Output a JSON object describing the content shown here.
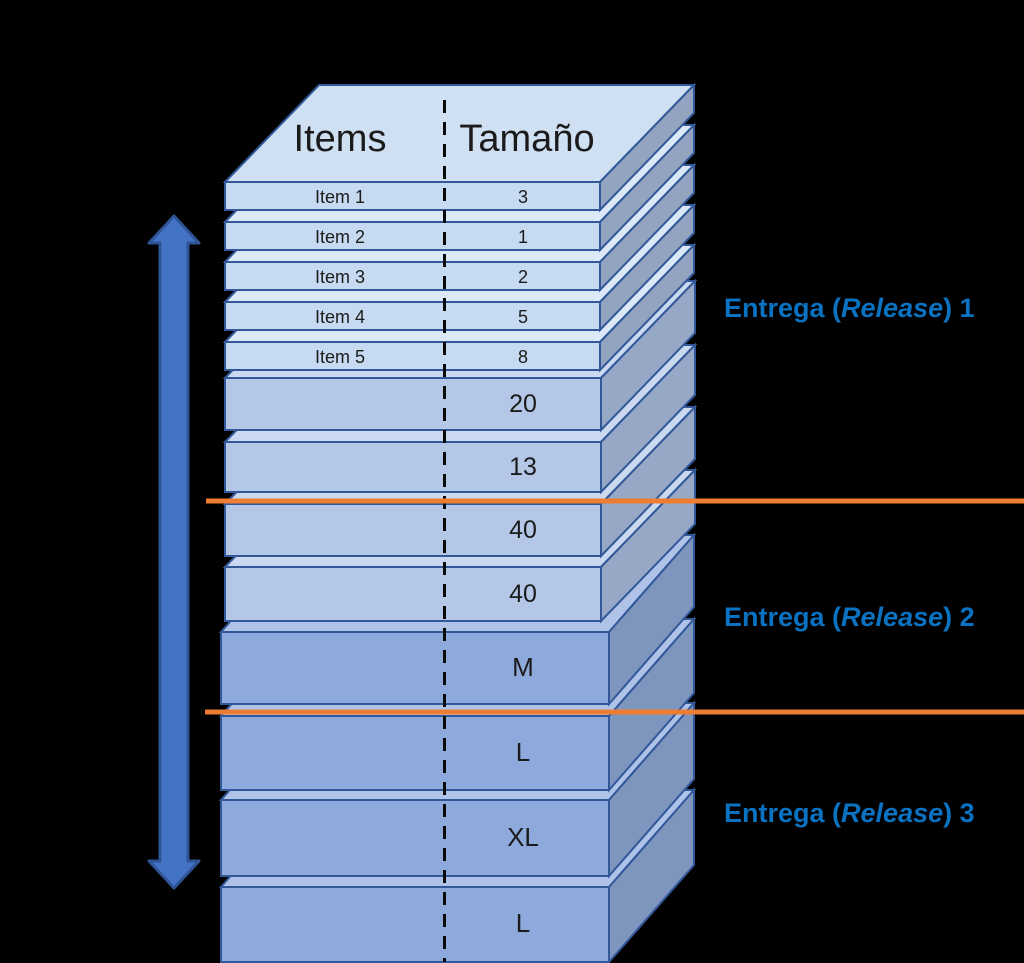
{
  "diagram": {
    "header": {
      "items_label": "Items",
      "size_label": "Tamaño"
    },
    "layers": [
      {
        "item": "Item 1",
        "size": "3"
      },
      {
        "item": "Item 2",
        "size": "1"
      },
      {
        "item": "Item 3",
        "size": "2"
      },
      {
        "item": "Item 4",
        "size": "5"
      },
      {
        "item": "Item 5",
        "size": "8"
      },
      {
        "size": "20"
      },
      {
        "size": "13"
      },
      {
        "size": "40"
      },
      {
        "size": "40"
      },
      {
        "size": "M"
      },
      {
        "size": "L"
      },
      {
        "size": "XL"
      },
      {
        "size": "L"
      }
    ],
    "releases": [
      {
        "prefix": "Entrega (",
        "emphasis": "Release",
        "suffix": ") 1"
      },
      {
        "prefix": "Entrega (",
        "emphasis": "Release",
        "suffix": ") 2"
      },
      {
        "prefix": "Entrega (",
        "emphasis": "Release",
        "suffix": ") 3"
      }
    ],
    "colors": {
      "background": "#000000",
      "small_layer_front": "#C6DAF1",
      "medium_layer_front": "#B4C7E7",
      "large_layer_front": "#8EA9DB",
      "release_cut_line": "#ED7D31",
      "release_label_text": "#0B71C1",
      "arrow_fill": "#4472C4",
      "arrow_outline": "#2F5597"
    }
  }
}
